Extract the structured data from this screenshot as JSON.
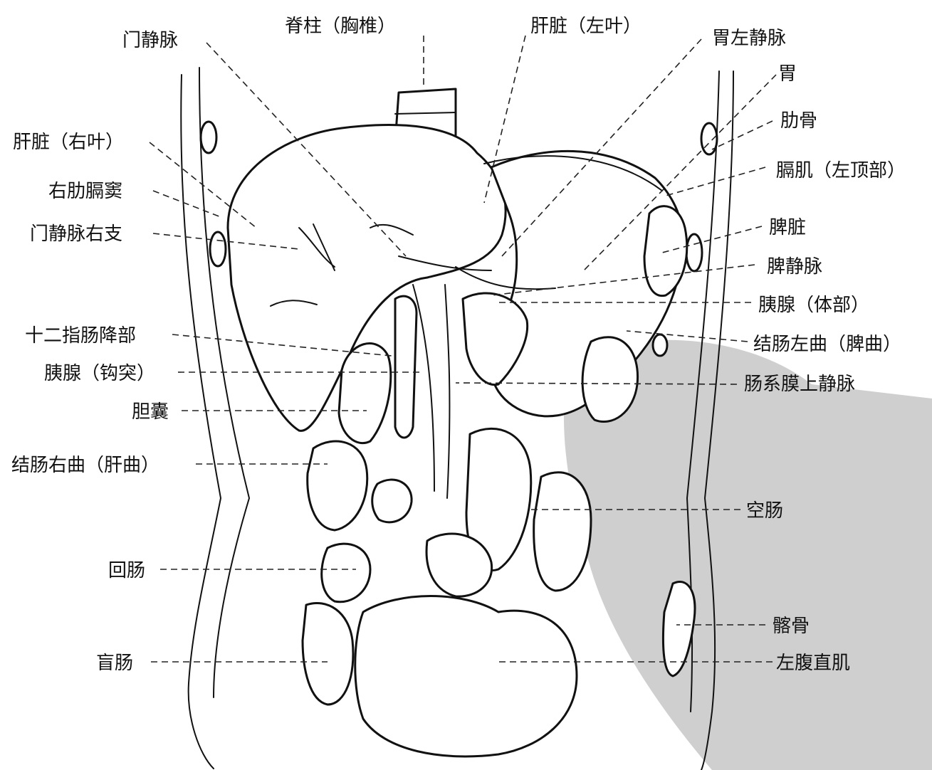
{
  "labels": {
    "portal_vein": "门静脉",
    "spine": "脊柱（胸椎）",
    "liver_left": "肝脏（左叶）",
    "left_gastric_vein": "胃左静脉",
    "stomach": "胃",
    "rib": "肋骨",
    "liver_right": "肝脏（右叶）",
    "diaphragm_left": "膈肌（左顶部）",
    "right_costophrenic": "右肋膈窦",
    "right_portal_branch": "门静脉右支",
    "spleen": "脾脏",
    "splenic_vein": "脾静脉",
    "pancreas_body": "胰腺（体部）",
    "duodenum_descending": "十二指肠降部",
    "splenic_flexure": "结肠左曲（脾曲）",
    "pancreas_uncinate": "胰腺（钩突）",
    "sup_mesenteric_vein": "肠系膜上静脉",
    "gallbladder": "胆囊",
    "hepatic_flexure": "结肠右曲（肝曲）",
    "jejunum": "空肠",
    "ileum": "回肠",
    "ilium": "髂骨",
    "cecum": "盲肠",
    "rectus_left": "左腹直肌"
  },
  "colors": {
    "line": "#111111",
    "background": "#ffffff",
    "watermark": "#cfcfcf"
  }
}
